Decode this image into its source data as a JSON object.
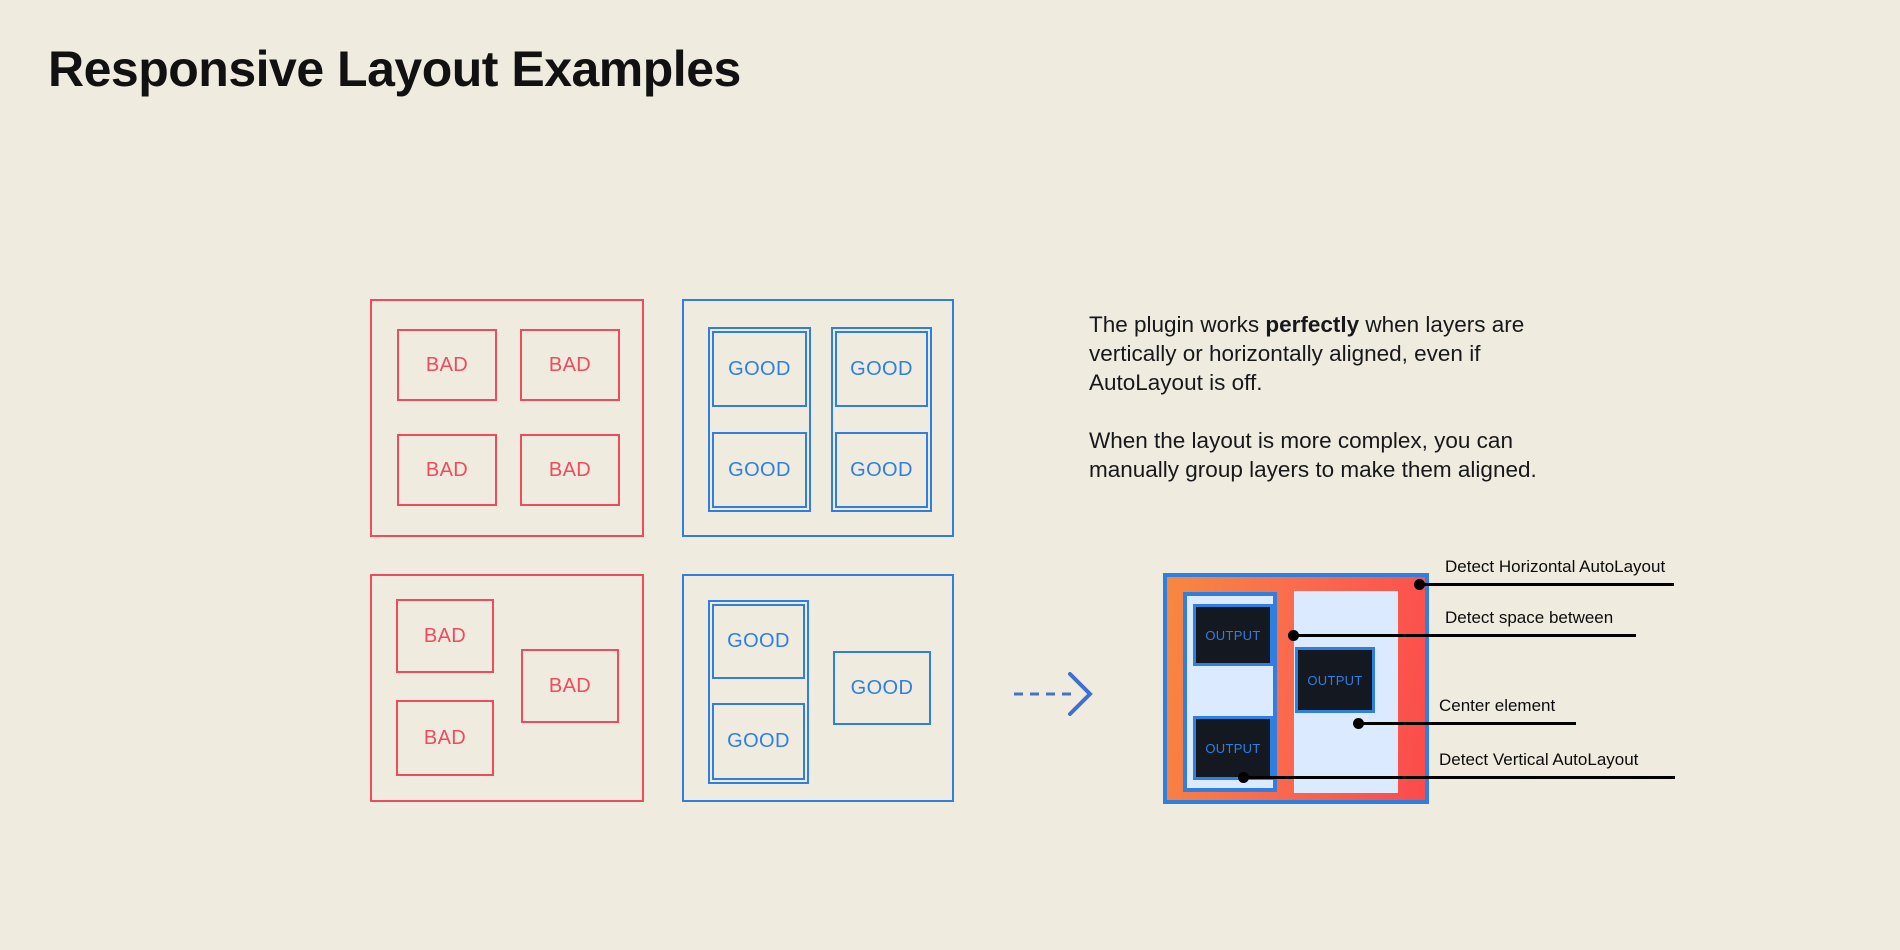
{
  "page": {
    "title": "Responsive Layout Examples",
    "background_color": "#f0ebdf",
    "bad_color": "#ef4b5e",
    "good_color": "#2f7fe0",
    "text_color": "#16181c"
  },
  "examples": {
    "bad_grid": {
      "kind": "bad",
      "cells": [
        "BAD",
        "BAD",
        "BAD",
        "BAD"
      ]
    },
    "good_grid": {
      "kind": "good",
      "cells": [
        "GOOD",
        "GOOD",
        "GOOD",
        "GOOD"
      ]
    },
    "bad_offset": {
      "kind": "bad",
      "cells": [
        "BAD",
        "BAD",
        "BAD"
      ]
    },
    "good_offset": {
      "kind": "good",
      "cells": [
        "GOOD",
        "GOOD",
        "GOOD"
      ]
    }
  },
  "arrow": {
    "icon": "dashed-arrow-right-icon",
    "color": "#2f7fe0"
  },
  "description": {
    "paragraph_1_lead": "The plugin works ",
    "paragraph_1_bold": "perfectly",
    "paragraph_1_tail": " when layers are vertically or horizontally aligned, even if AutoLayout is off.",
    "paragraph_2": "When the layout is more complex, you can manually group layers to make them aligned."
  },
  "mock": {
    "outputs": [
      "OUTPUT",
      "OUTPUT",
      "OUTPUT"
    ],
    "frame_border_color": "#2f7fe0",
    "fill_gradient_start": "#f7883f",
    "fill_gradient_end": "#fb4b4b",
    "panel_color": "#dbeafe",
    "output_bg": "#141821",
    "output_text_color": "#2f7fe0",
    "callouts": [
      {
        "label": "Detect Horizontal AutoLayout"
      },
      {
        "label": "Detect space between"
      },
      {
        "label": "Center element"
      },
      {
        "label": "Detect Vertical AutoLayout"
      }
    ]
  }
}
